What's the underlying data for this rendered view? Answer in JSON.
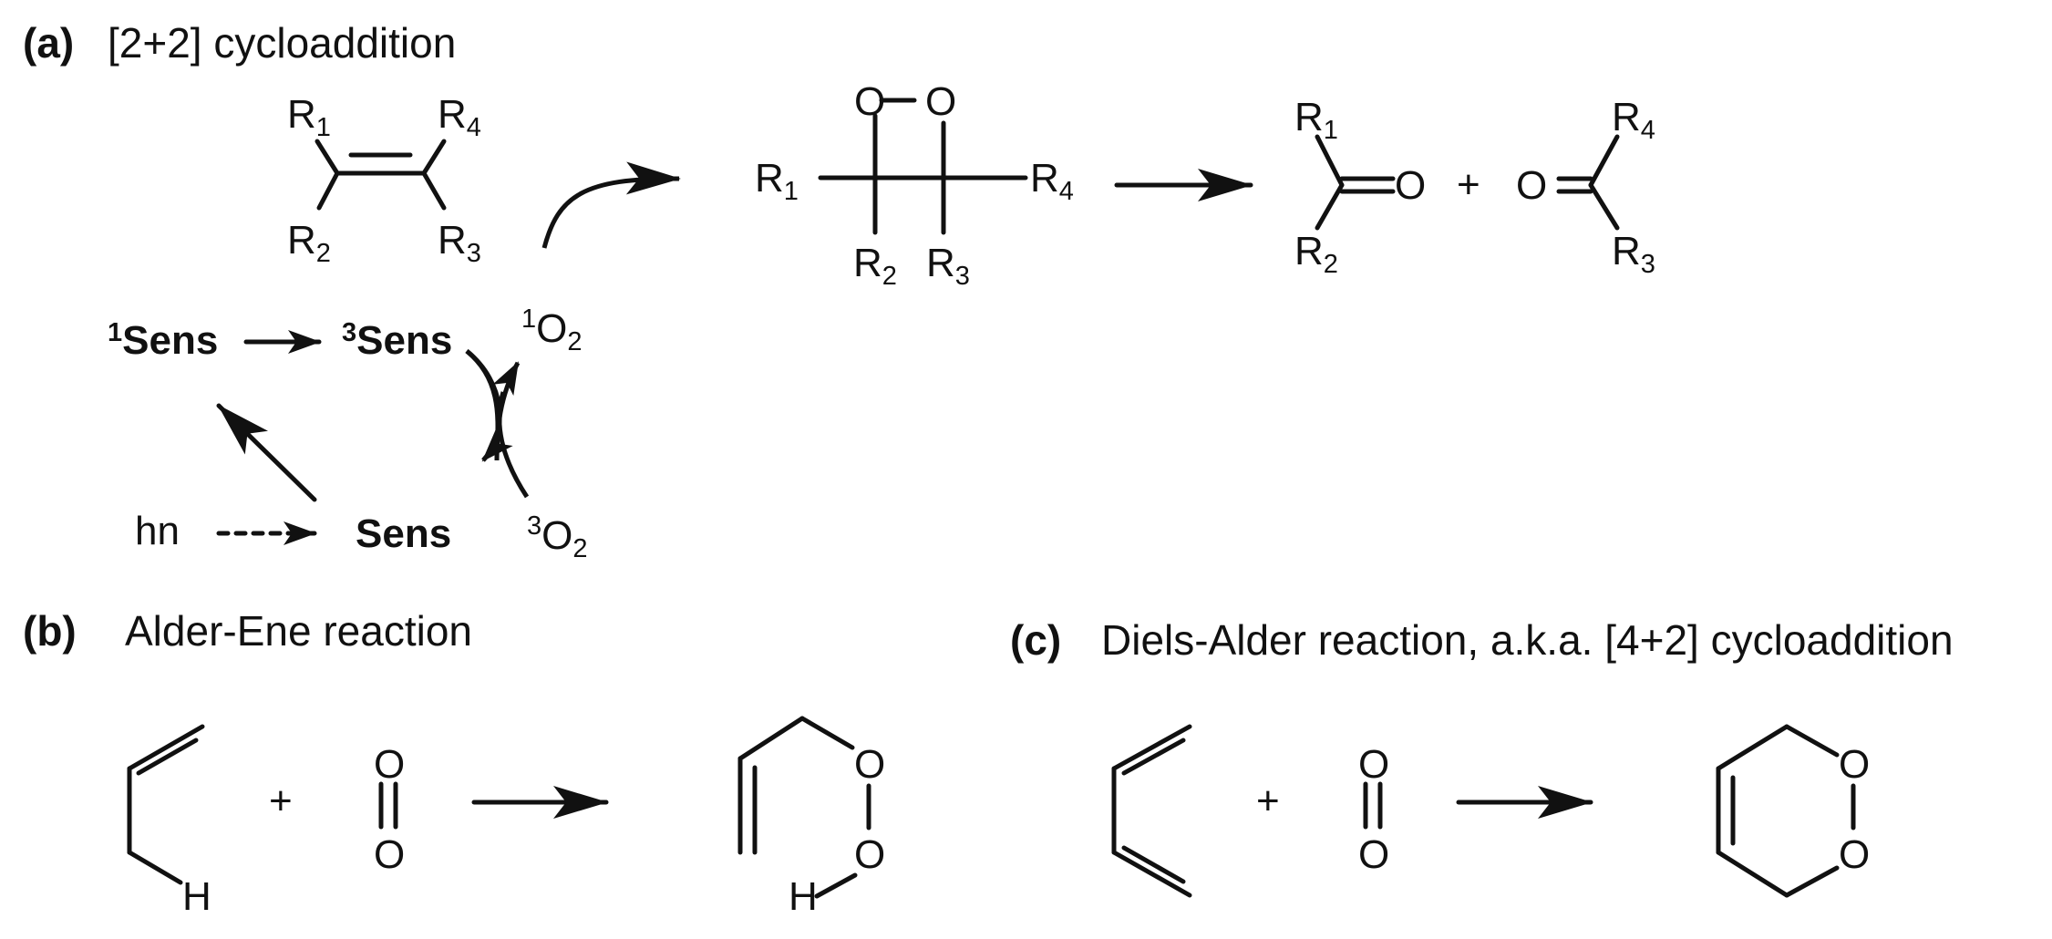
{
  "panels": {
    "a": {
      "letter": "(a)",
      "title": "[2+2] cycloaddition"
    },
    "b": {
      "letter": "(b)",
      "title": "Alder-Ene reaction"
    },
    "c": {
      "letter": "(c)",
      "title": "Diels-Alder reaction, a.k.a. [4+2] cycloaddition"
    }
  },
  "atoms": {
    "R": "R",
    "O": "O",
    "H": "H"
  },
  "subs": {
    "one": "1",
    "two": "2",
    "three": "3",
    "four": "4"
  },
  "symbols": {
    "plus": "+"
  },
  "cycle": {
    "sens_singlet_sup": "1",
    "sens_triplet_sup": "3",
    "sens": "Sens",
    "light": "hn",
    "o2_singlet_sup": "1",
    "o2_triplet_sup": "3",
    "o2_base": "O",
    "o2_sub": "2"
  }
}
